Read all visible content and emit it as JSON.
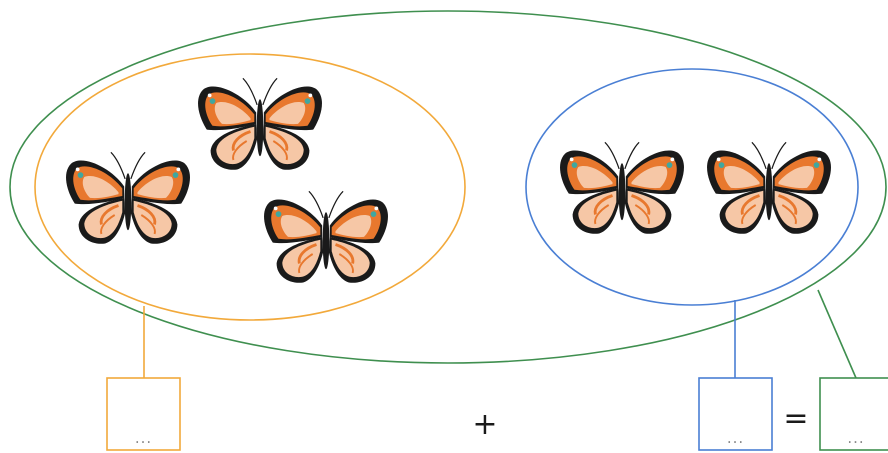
{
  "diagram": {
    "groups": [
      {
        "name": "left-group",
        "butterflies": 3,
        "color": "#f2a93b"
      },
      {
        "name": "right-group",
        "butterflies": 2,
        "color": "#4a7fd4"
      }
    ],
    "total_group": {
      "butterflies": 5,
      "color": "#3f8f4f"
    },
    "equation": {
      "box1": "...",
      "op_plus": "+",
      "box2": "...",
      "op_equals": "=",
      "box3": "..."
    },
    "butterfly_colors": {
      "wing_outline": "#1a1a1a",
      "wing_orange": "#e8782e",
      "wing_peach": "#f6c7a6",
      "spot_teal": "#3fa7a0"
    }
  }
}
